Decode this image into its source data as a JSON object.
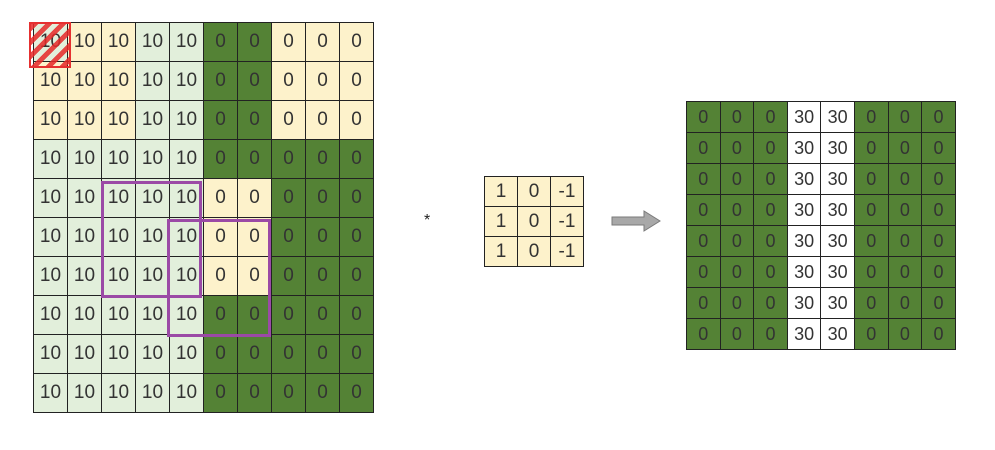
{
  "colors": {
    "light_green": "#e2efdb",
    "cream": "#fdf2cb",
    "dark_green": "#548235",
    "white": "#ffffff",
    "highlight_purple": "#9b4aa6",
    "marker_red": "#e53030",
    "arrow_gray": "#9a9a9a"
  },
  "input_matrix": {
    "rows": [
      [
        {
          "v": "10",
          "c": "light_green"
        },
        {
          "v": "10",
          "c": "cream"
        },
        {
          "v": "10",
          "c": "cream"
        },
        {
          "v": "10",
          "c": "light_green"
        },
        {
          "v": "10",
          "c": "light_green"
        },
        {
          "v": "0",
          "c": "dark_green"
        },
        {
          "v": "0",
          "c": "dark_green"
        },
        {
          "v": "0",
          "c": "cream"
        },
        {
          "v": "0",
          "c": "cream"
        },
        {
          "v": "0",
          "c": "cream"
        }
      ],
      [
        {
          "v": "10",
          "c": "cream"
        },
        {
          "v": "10",
          "c": "cream"
        },
        {
          "v": "10",
          "c": "cream"
        },
        {
          "v": "10",
          "c": "light_green"
        },
        {
          "v": "10",
          "c": "light_green"
        },
        {
          "v": "0",
          "c": "dark_green"
        },
        {
          "v": "0",
          "c": "dark_green"
        },
        {
          "v": "0",
          "c": "cream"
        },
        {
          "v": "0",
          "c": "cream"
        },
        {
          "v": "0",
          "c": "cream"
        }
      ],
      [
        {
          "v": "10",
          "c": "cream"
        },
        {
          "v": "10",
          "c": "cream"
        },
        {
          "v": "10",
          "c": "cream"
        },
        {
          "v": "10",
          "c": "light_green"
        },
        {
          "v": "10",
          "c": "light_green"
        },
        {
          "v": "0",
          "c": "dark_green"
        },
        {
          "v": "0",
          "c": "dark_green"
        },
        {
          "v": "0",
          "c": "cream"
        },
        {
          "v": "0",
          "c": "cream"
        },
        {
          "v": "0",
          "c": "cream"
        }
      ],
      [
        {
          "v": "10",
          "c": "light_green"
        },
        {
          "v": "10",
          "c": "light_green"
        },
        {
          "v": "10",
          "c": "light_green"
        },
        {
          "v": "10",
          "c": "light_green"
        },
        {
          "v": "10",
          "c": "light_green"
        },
        {
          "v": "0",
          "c": "dark_green"
        },
        {
          "v": "0",
          "c": "dark_green"
        },
        {
          "v": "0",
          "c": "dark_green"
        },
        {
          "v": "0",
          "c": "dark_green"
        },
        {
          "v": "0",
          "c": "dark_green"
        }
      ],
      [
        {
          "v": "10",
          "c": "light_green"
        },
        {
          "v": "10",
          "c": "light_green"
        },
        {
          "v": "10",
          "c": "light_green"
        },
        {
          "v": "10",
          "c": "light_green"
        },
        {
          "v": "10",
          "c": "light_green"
        },
        {
          "v": "0",
          "c": "cream"
        },
        {
          "v": "0",
          "c": "cream"
        },
        {
          "v": "0",
          "c": "dark_green"
        },
        {
          "v": "0",
          "c": "dark_green"
        },
        {
          "v": "0",
          "c": "dark_green"
        }
      ],
      [
        {
          "v": "10",
          "c": "light_green"
        },
        {
          "v": "10",
          "c": "light_green"
        },
        {
          "v": "10",
          "c": "light_green"
        },
        {
          "v": "10",
          "c": "light_green"
        },
        {
          "v": "10",
          "c": "light_green"
        },
        {
          "v": "0",
          "c": "cream"
        },
        {
          "v": "0",
          "c": "cream"
        },
        {
          "v": "0",
          "c": "dark_green"
        },
        {
          "v": "0",
          "c": "dark_green"
        },
        {
          "v": "0",
          "c": "dark_green"
        }
      ],
      [
        {
          "v": "10",
          "c": "light_green"
        },
        {
          "v": "10",
          "c": "light_green"
        },
        {
          "v": "10",
          "c": "light_green"
        },
        {
          "v": "10",
          "c": "light_green"
        },
        {
          "v": "10",
          "c": "light_green"
        },
        {
          "v": "0",
          "c": "cream"
        },
        {
          "v": "0",
          "c": "cream"
        },
        {
          "v": "0",
          "c": "dark_green"
        },
        {
          "v": "0",
          "c": "dark_green"
        },
        {
          "v": "0",
          "c": "dark_green"
        }
      ],
      [
        {
          "v": "10",
          "c": "light_green"
        },
        {
          "v": "10",
          "c": "light_green"
        },
        {
          "v": "10",
          "c": "light_green"
        },
        {
          "v": "10",
          "c": "light_green"
        },
        {
          "v": "10",
          "c": "light_green"
        },
        {
          "v": "0",
          "c": "dark_green"
        },
        {
          "v": "0",
          "c": "dark_green"
        },
        {
          "v": "0",
          "c": "dark_green"
        },
        {
          "v": "0",
          "c": "dark_green"
        },
        {
          "v": "0",
          "c": "dark_green"
        }
      ],
      [
        {
          "v": "10",
          "c": "light_green"
        },
        {
          "v": "10",
          "c": "light_green"
        },
        {
          "v": "10",
          "c": "light_green"
        },
        {
          "v": "10",
          "c": "light_green"
        },
        {
          "v": "10",
          "c": "light_green"
        },
        {
          "v": "0",
          "c": "dark_green"
        },
        {
          "v": "0",
          "c": "dark_green"
        },
        {
          "v": "0",
          "c": "dark_green"
        },
        {
          "v": "0",
          "c": "dark_green"
        },
        {
          "v": "0",
          "c": "dark_green"
        }
      ],
      [
        {
          "v": "10",
          "c": "light_green"
        },
        {
          "v": "10",
          "c": "light_green"
        },
        {
          "v": "10",
          "c": "light_green"
        },
        {
          "v": "10",
          "c": "light_green"
        },
        {
          "v": "10",
          "c": "light_green"
        },
        {
          "v": "0",
          "c": "dark_green"
        },
        {
          "v": "0",
          "c": "dark_green"
        },
        {
          "v": "0",
          "c": "dark_green"
        },
        {
          "v": "0",
          "c": "dark_green"
        },
        {
          "v": "0",
          "c": "dark_green"
        }
      ]
    ]
  },
  "operator_symbol": "*",
  "kernel_matrix": {
    "rows": [
      [
        {
          "v": "1",
          "c": "cream"
        },
        {
          "v": "0",
          "c": "cream"
        },
        {
          "v": "-1",
          "c": "cream"
        }
      ],
      [
        {
          "v": "1",
          "c": "cream"
        },
        {
          "v": "0",
          "c": "cream"
        },
        {
          "v": "-1",
          "c": "cream"
        }
      ],
      [
        {
          "v": "1",
          "c": "cream"
        },
        {
          "v": "0",
          "c": "cream"
        },
        {
          "v": "-1",
          "c": "cream"
        }
      ]
    ]
  },
  "output_matrix": {
    "rows": [
      [
        {
          "v": "0",
          "c": "dark_green"
        },
        {
          "v": "0",
          "c": "dark_green"
        },
        {
          "v": "0",
          "c": "dark_green"
        },
        {
          "v": "30",
          "c": "white"
        },
        {
          "v": "30",
          "c": "white"
        },
        {
          "v": "0",
          "c": "dark_green"
        },
        {
          "v": "0",
          "c": "dark_green"
        },
        {
          "v": "0",
          "c": "dark_green"
        }
      ],
      [
        {
          "v": "0",
          "c": "dark_green"
        },
        {
          "v": "0",
          "c": "dark_green"
        },
        {
          "v": "0",
          "c": "dark_green"
        },
        {
          "v": "30",
          "c": "white"
        },
        {
          "v": "30",
          "c": "white"
        },
        {
          "v": "0",
          "c": "dark_green"
        },
        {
          "v": "0",
          "c": "dark_green"
        },
        {
          "v": "0",
          "c": "dark_green"
        }
      ],
      [
        {
          "v": "0",
          "c": "dark_green"
        },
        {
          "v": "0",
          "c": "dark_green"
        },
        {
          "v": "0",
          "c": "dark_green"
        },
        {
          "v": "30",
          "c": "white"
        },
        {
          "v": "30",
          "c": "white"
        },
        {
          "v": "0",
          "c": "dark_green"
        },
        {
          "v": "0",
          "c": "dark_green"
        },
        {
          "v": "0",
          "c": "dark_green"
        }
      ],
      [
        {
          "v": "0",
          "c": "dark_green"
        },
        {
          "v": "0",
          "c": "dark_green"
        },
        {
          "v": "0",
          "c": "dark_green"
        },
        {
          "v": "30",
          "c": "white"
        },
        {
          "v": "30",
          "c": "white"
        },
        {
          "v": "0",
          "c": "dark_green"
        },
        {
          "v": "0",
          "c": "dark_green"
        },
        {
          "v": "0",
          "c": "dark_green"
        }
      ],
      [
        {
          "v": "0",
          "c": "dark_green"
        },
        {
          "v": "0",
          "c": "dark_green"
        },
        {
          "v": "0",
          "c": "dark_green"
        },
        {
          "v": "30",
          "c": "white"
        },
        {
          "v": "30",
          "c": "white"
        },
        {
          "v": "0",
          "c": "dark_green"
        },
        {
          "v": "0",
          "c": "dark_green"
        },
        {
          "v": "0",
          "c": "dark_green"
        }
      ],
      [
        {
          "v": "0",
          "c": "dark_green"
        },
        {
          "v": "0",
          "c": "dark_green"
        },
        {
          "v": "0",
          "c": "dark_green"
        },
        {
          "v": "30",
          "c": "white"
        },
        {
          "v": "30",
          "c": "white"
        },
        {
          "v": "0",
          "c": "dark_green"
        },
        {
          "v": "0",
          "c": "dark_green"
        },
        {
          "v": "0",
          "c": "dark_green"
        }
      ],
      [
        {
          "v": "0",
          "c": "dark_green"
        },
        {
          "v": "0",
          "c": "dark_green"
        },
        {
          "v": "0",
          "c": "dark_green"
        },
        {
          "v": "30",
          "c": "white"
        },
        {
          "v": "30",
          "c": "white"
        },
        {
          "v": "0",
          "c": "dark_green"
        },
        {
          "v": "0",
          "c": "dark_green"
        },
        {
          "v": "0",
          "c": "dark_green"
        }
      ],
      [
        {
          "v": "0",
          "c": "dark_green"
        },
        {
          "v": "0",
          "c": "dark_green"
        },
        {
          "v": "0",
          "c": "dark_green"
        },
        {
          "v": "30",
          "c": "white"
        },
        {
          "v": "30",
          "c": "white"
        },
        {
          "v": "0",
          "c": "dark_green"
        },
        {
          "v": "0",
          "c": "dark_green"
        },
        {
          "v": "0",
          "c": "dark_green"
        }
      ]
    ]
  },
  "icons": {
    "arrow": "right-arrow-icon",
    "stripe_marker": "striped-marker"
  }
}
